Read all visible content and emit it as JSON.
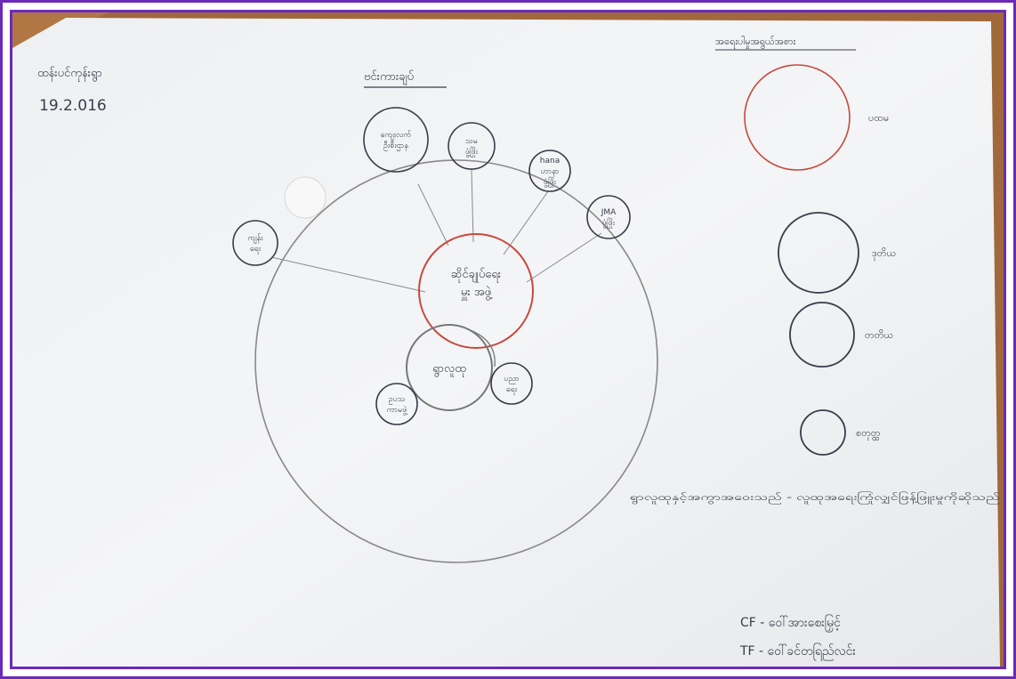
{
  "header": {
    "location": "ထန်းပင်ကုန်းရွာ",
    "date": "19.2.016",
    "title": "ဗင်းကားချပ်"
  },
  "legend": {
    "title": "အရေးပါမှုအရွယ်အစား",
    "items": [
      {
        "label": "ပထမ",
        "color": "#c8483c"
      },
      {
        "label": "ဒုတိယ",
        "color": "#3a3c4a"
      },
      {
        "label": "တတိယ",
        "color": "#3a3c4a"
      },
      {
        "label": "စတုတ္ထ",
        "color": "#3a3c4a"
      }
    ]
  },
  "diagram": {
    "center": "ဆိုင်ချုပ်ရေး\nမှူး အဖွဲ့",
    "community": "ရွာလူထု",
    "nodes": [
      {
        "label": "ကျေးလက်\nဦးစီးဌာန"
      },
      {
        "label": "သမ\nဖွံ့ဖြိုး"
      },
      {
        "label": "hana\nဟာနာ\nဖွံ့ဖြိုး"
      },
      {
        "label": "JMA\nဖွံ့ဖြိုး"
      },
      {
        "label": "ကျန်း\nရေး"
      },
      {
        "label": "ဥပသ\nကာမဖွဲ့"
      },
      {
        "label": "ပညာ\nရေး"
      }
    ]
  },
  "notes": {
    "distance_note": "ရွာလူထုနှင့်အကွာအဝေးသည် - လူထုအရေးကြုံလျှင်ဖြန့်ဖြူးမှုကိုဆိုသည်",
    "cf": "CF - ဝေါ်အားစေးမြှင့်",
    "tf": "TF - ဝေါ်ခင်တရြည်လင်း"
  },
  "colors": {
    "frame": "#6a2bb8",
    "red_ink": "#c8483c",
    "ink": "#3a3c4a",
    "pencil": "#7a7878"
  }
}
